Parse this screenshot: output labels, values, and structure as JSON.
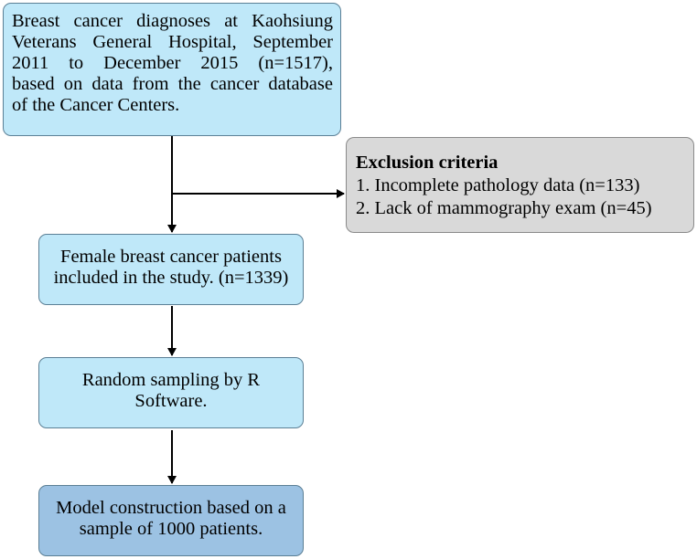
{
  "boxes": {
    "source": {
      "lines": [
        "Breast cancer diagnoses at Kaohsiung",
        "Veterans General Hospital, September",
        "2011 to December 2015 (n=1517),",
        "based on data from the cancer database",
        "of the Cancer Centers."
      ]
    },
    "exclusion": {
      "title": "Exclusion  criteria",
      "items": [
        "1.  Incomplete pathology data (n=133)",
        "2.  Lack of mammography exam (n=45)"
      ]
    },
    "included": {
      "lines": [
        "Female breast cancer patients",
        "included in the study. (n=1339)"
      ]
    },
    "sampling": {
      "lines": [
        "Random sampling by R",
        "Software."
      ]
    },
    "model": {
      "lines": [
        "Model construction based on a",
        "sample of 1000 patients."
      ]
    }
  },
  "colors": {
    "step_fill": "#bfe8f9",
    "exclusion_fill": "#d9d9d9",
    "final_fill": "#9cc2e3",
    "arrow": "#000000"
  }
}
